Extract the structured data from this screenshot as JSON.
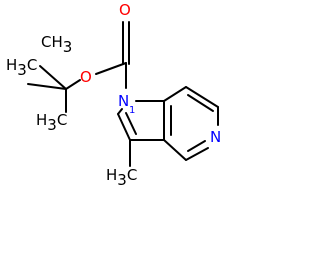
{
  "molecule": {
    "atoms": {
      "carbonyl_oxygen": "O",
      "ester_oxygen": "O",
      "ring_nitrogen_n1": "N",
      "pyridine_nitrogen": "N",
      "n1_locant": "1",
      "tbutyl_left_methyl": {
        "main": "H",
        "sub": "3",
        "tail": "C"
      },
      "tbutyl_bottom_methyl": {
        "main": "H",
        "sub": "3",
        "tail": "C"
      },
      "tbutyl_right_methyl": {
        "main": "CH",
        "sub": "3"
      },
      "ring_methyl": {
        "main": "H",
        "sub": "3",
        "tail": "C"
      }
    },
    "colors": {
      "bond": "#000000",
      "oxygen": "#ff0000",
      "nitrogen": "#0000ff",
      "carbon_label": "#000000"
    }
  }
}
